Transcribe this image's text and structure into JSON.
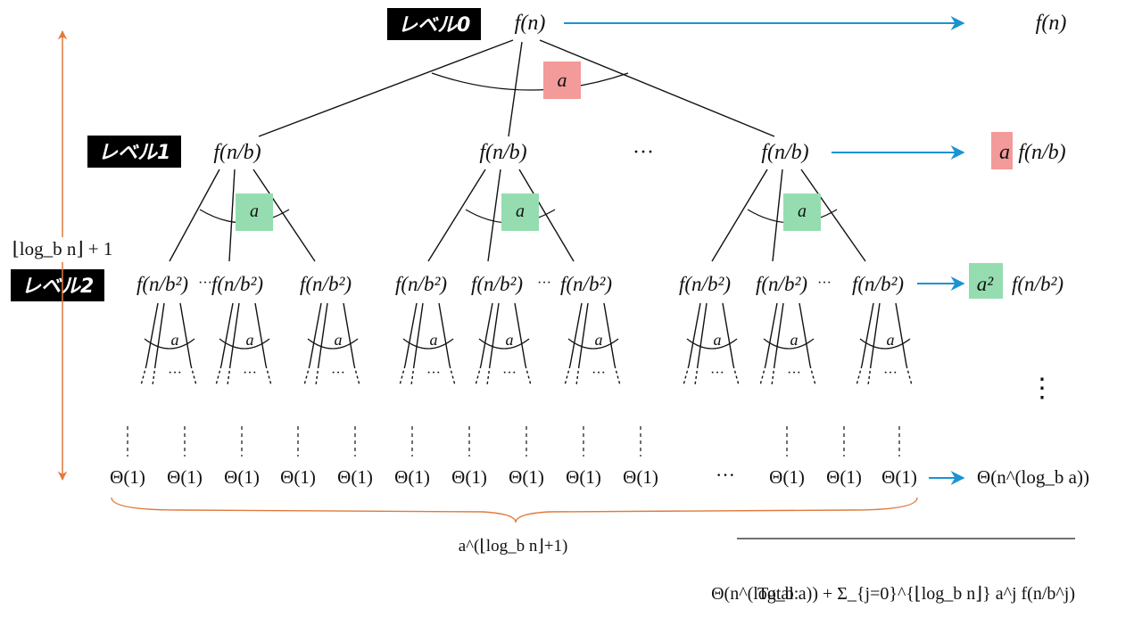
{
  "levels": [
    {
      "label": "レベル0"
    },
    {
      "label": "レベル1"
    },
    {
      "label": "レベル2"
    }
  ],
  "nodes": {
    "root": "f(n)",
    "level1": "f(n/b)",
    "level2": "f(n/b²)",
    "leaf": "Θ(1)",
    "branch_label": "a",
    "ellipsis": "···",
    "vertical_ellipsis": "⋮"
  },
  "height_label": "⌊log_b n⌋ + 1",
  "leaf_count_label": "a^(⌊log_b n⌋+1)",
  "level_costs": [
    {
      "level": 0,
      "cost": "f(n)"
    },
    {
      "level": 1,
      "coef": "a",
      "cost": "f(n/b)"
    },
    {
      "level": 2,
      "coef": "a²",
      "cost": "f(n/b²)"
    },
    {
      "level": "leaves",
      "cost": "Θ(n^(log_b a))"
    }
  ],
  "total": {
    "prefix": "Total:",
    "expression": "Θ(n^(log_b a)) + Σ_{j=0}^{⌊log_b n⌋} a^j f(n/b^j)"
  },
  "colors": {
    "arrow_blue": "#1a93d3",
    "height_orange": "#e07a3c",
    "highlight_red": "#f39a9a",
    "highlight_green": "#95ddb0",
    "label_bg": "#000000"
  }
}
